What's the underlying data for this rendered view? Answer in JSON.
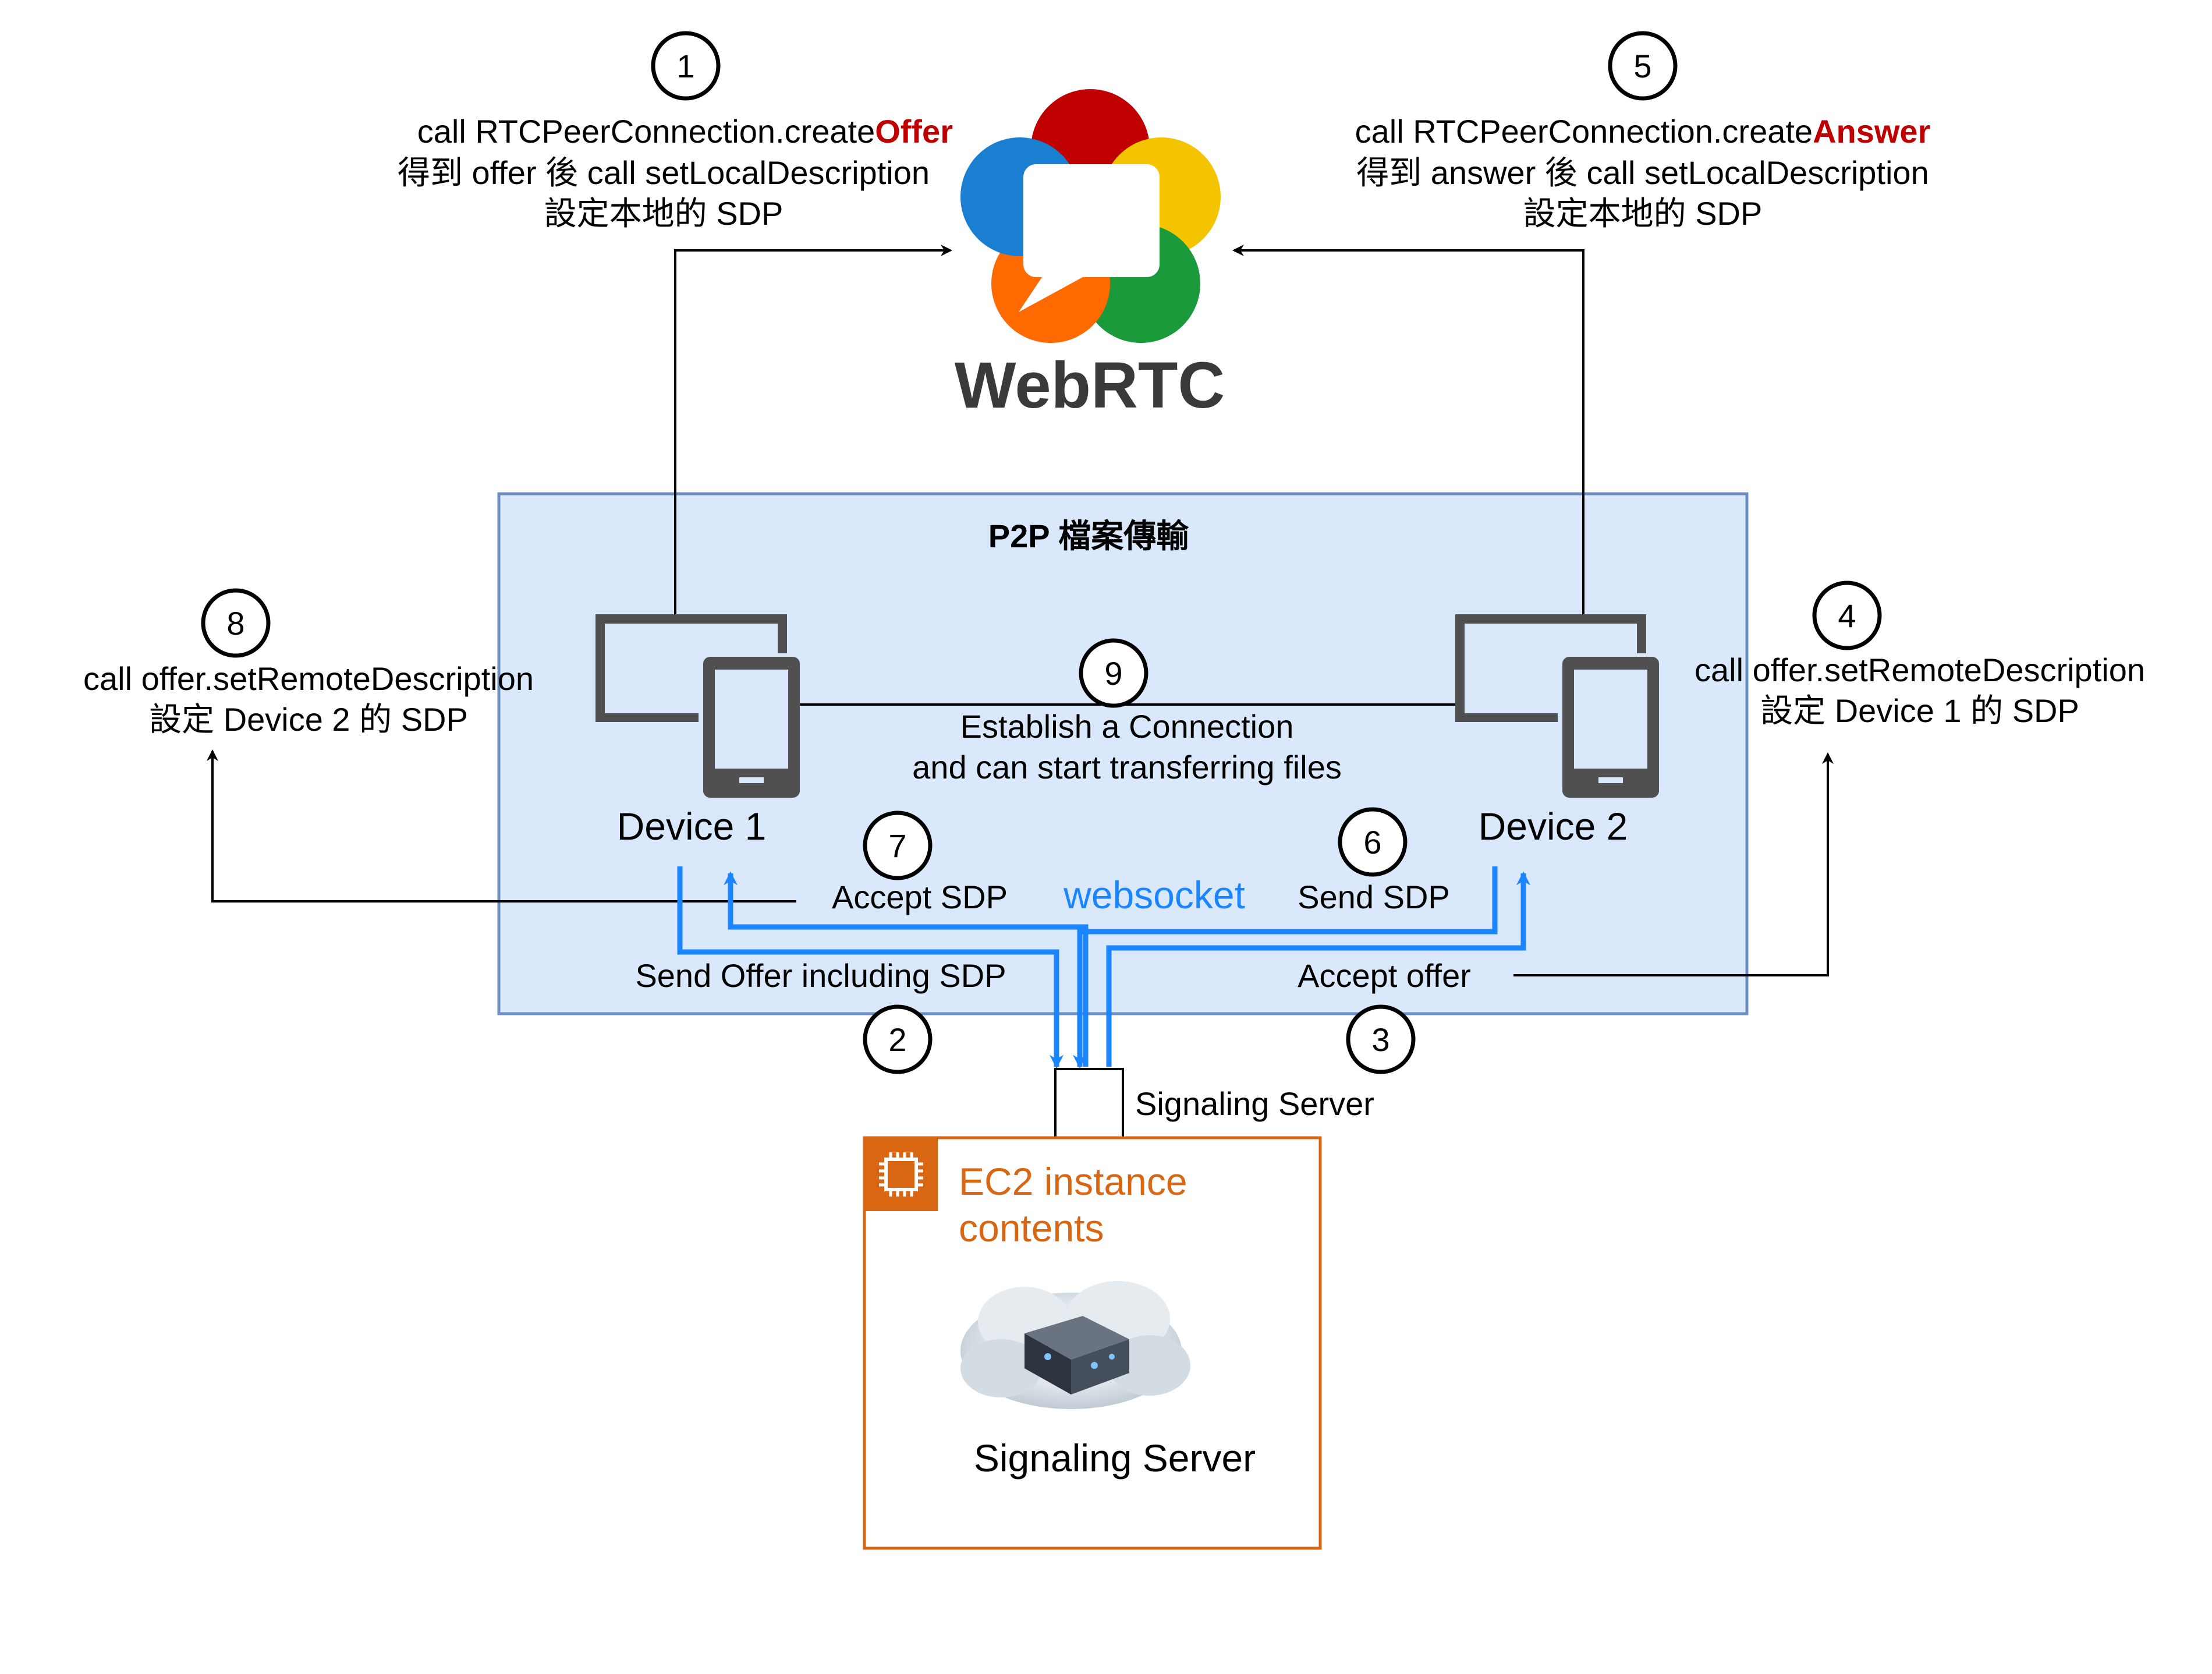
{
  "webrtc": {
    "wordmark": "WebRTC",
    "petal_colors": [
      "#c00000",
      "#f5c400",
      "#1a9a3a",
      "#ff6a00",
      "#1a7fd0"
    ]
  },
  "p2p_title": "P2P 檔案傳輸",
  "devices": {
    "device1": "Device 1",
    "device2": "Device 2"
  },
  "steps": [
    {
      "number": "1",
      "lines": [
        "call RTCPeerConnection.create",
        "Offer",
        "得到 offer 後 call setLocalDescription",
        "設定本地的 SDP"
      ]
    },
    {
      "number": "2",
      "label": "Send Offer including SDP"
    },
    {
      "number": "3",
      "label": "Accept offer"
    },
    {
      "number": "4",
      "lines": [
        "call offer.setRemoteDescription",
        "設定 Device 1 的 SDP"
      ]
    },
    {
      "number": "5",
      "lines": [
        "call RTCPeerConnection.create",
        "Answer",
        "得到 answer 後 call setLocalDescription",
        "設定本地的 SDP"
      ]
    },
    {
      "number": "6",
      "label": "Send SDP"
    },
    {
      "number": "7",
      "label": "Accept SDP"
    },
    {
      "number": "8",
      "lines": [
        "call offer.setRemoteDescription",
        "設定 Device 2 的 SDP"
      ]
    },
    {
      "number": "9",
      "lines": [
        "Establish a Connection",
        "and can start transferring files"
      ]
    }
  ],
  "websocket_label": "websocket",
  "signaling_server_label": "Signaling Server",
  "ec2": {
    "title_line1": "EC2 instance",
    "title_line2": "contents",
    "server_label": "Signaling Server"
  },
  "colors": {
    "accent_red": "#c00000",
    "websocket_blue": "#1a85ff",
    "p2p_fill": "#dae8fc",
    "p2p_border": "#6c8ebf",
    "ec2_orange": "#d86613",
    "device_gray": "#505050"
  }
}
